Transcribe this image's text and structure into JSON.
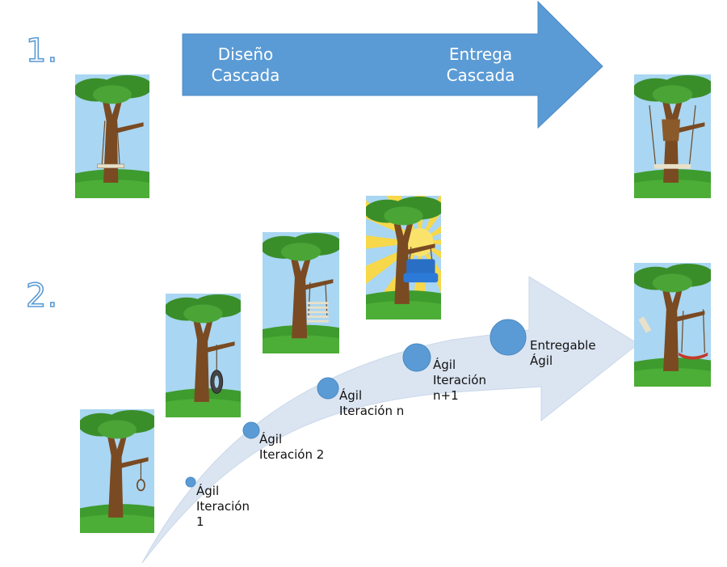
{
  "sections": {
    "first_number": "1.",
    "second_number": "2."
  },
  "waterfall": {
    "design_label": "Diseño\nCascada",
    "delivery_label": "Entrega\nCascada",
    "arrow_color": "#5b9bd5"
  },
  "agile": {
    "steps": [
      {
        "label": "Ágil\nIteración\n1"
      },
      {
        "label": "Ágil\nIteración 2"
      },
      {
        "label": "Ágil\nIteración n"
      },
      {
        "label": "Ágil\nIteración\nn+1"
      },
      {
        "label": "Entregable\nÁgil"
      }
    ],
    "dot_color": "#5b9bd5",
    "arrow_color": "#dbe5f1"
  },
  "illustrations": [
    {
      "name": "tree-rope-swing",
      "swing": "plank"
    },
    {
      "name": "tree-hanging-swing",
      "swing": "seat"
    },
    {
      "name": "tree-noose",
      "swing": "noose"
    },
    {
      "name": "tree-tire-swing",
      "swing": "tire"
    },
    {
      "name": "tree-ladder-swing",
      "swing": "ladder"
    },
    {
      "name": "tree-armchair-swing",
      "swing": "chair"
    },
    {
      "name": "tree-hammock",
      "swing": "hammock"
    }
  ]
}
